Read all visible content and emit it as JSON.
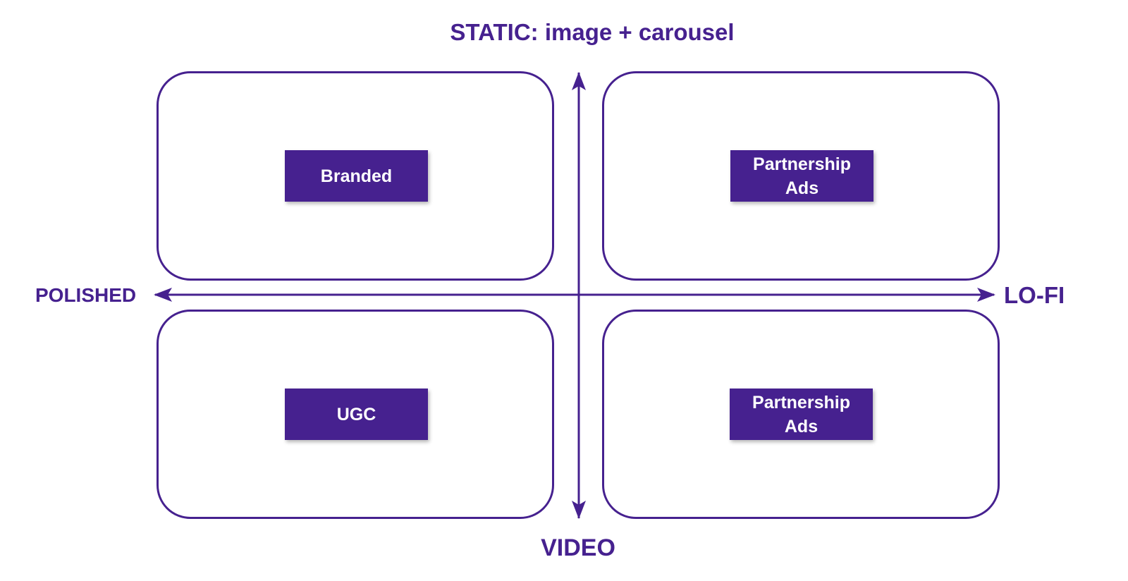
{
  "labels": {
    "top": "STATIC: image + carousel",
    "bottom": "VIDEO",
    "left": "POLISHED",
    "right": "LO-FI"
  },
  "quadrants": {
    "top_left": {
      "tag": "Branded"
    },
    "top_right": {
      "tag_line1": "Partnership",
      "tag_line2": "Ads"
    },
    "bottom_left": {
      "tag": "UGC"
    },
    "bottom_right": {
      "tag_line1": "Partnership",
      "tag_line2": "Ads"
    }
  },
  "colors": {
    "accent": "#46218f",
    "background": "#ffffff",
    "tag_text": "#ffffff"
  }
}
